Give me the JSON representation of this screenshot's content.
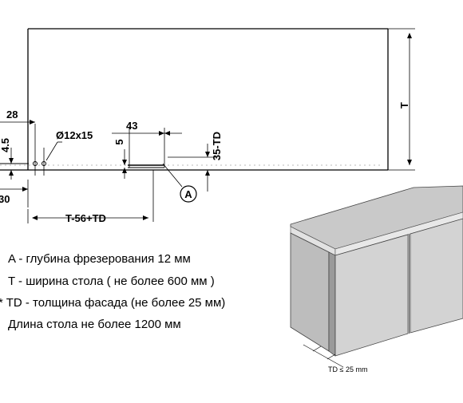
{
  "dimensions": {
    "d28": "28",
    "d12x15": "Ø12x15",
    "d43": "43",
    "d5": "5",
    "d4_5": "4.5",
    "d30": "30",
    "t_minus": "T-56+TD",
    "td35": "35-TD",
    "t": "T",
    "a": "A"
  },
  "legend": [
    "A - глубина фрезерования 12 мм",
    "T - ширина стола ( не более 600 мм )",
    "* TD - толщина фасада  (не более 25 мм)",
    "Длина стола не более 1200 мм"
  ],
  "cabinet_label": "TD ≤ 25 mm",
  "colors": {
    "stroke": "#000000",
    "cabinet_top": "#c9c9c9",
    "cabinet_front": "#d3d3d3",
    "cabinet_side": "#bdbdbd"
  }
}
